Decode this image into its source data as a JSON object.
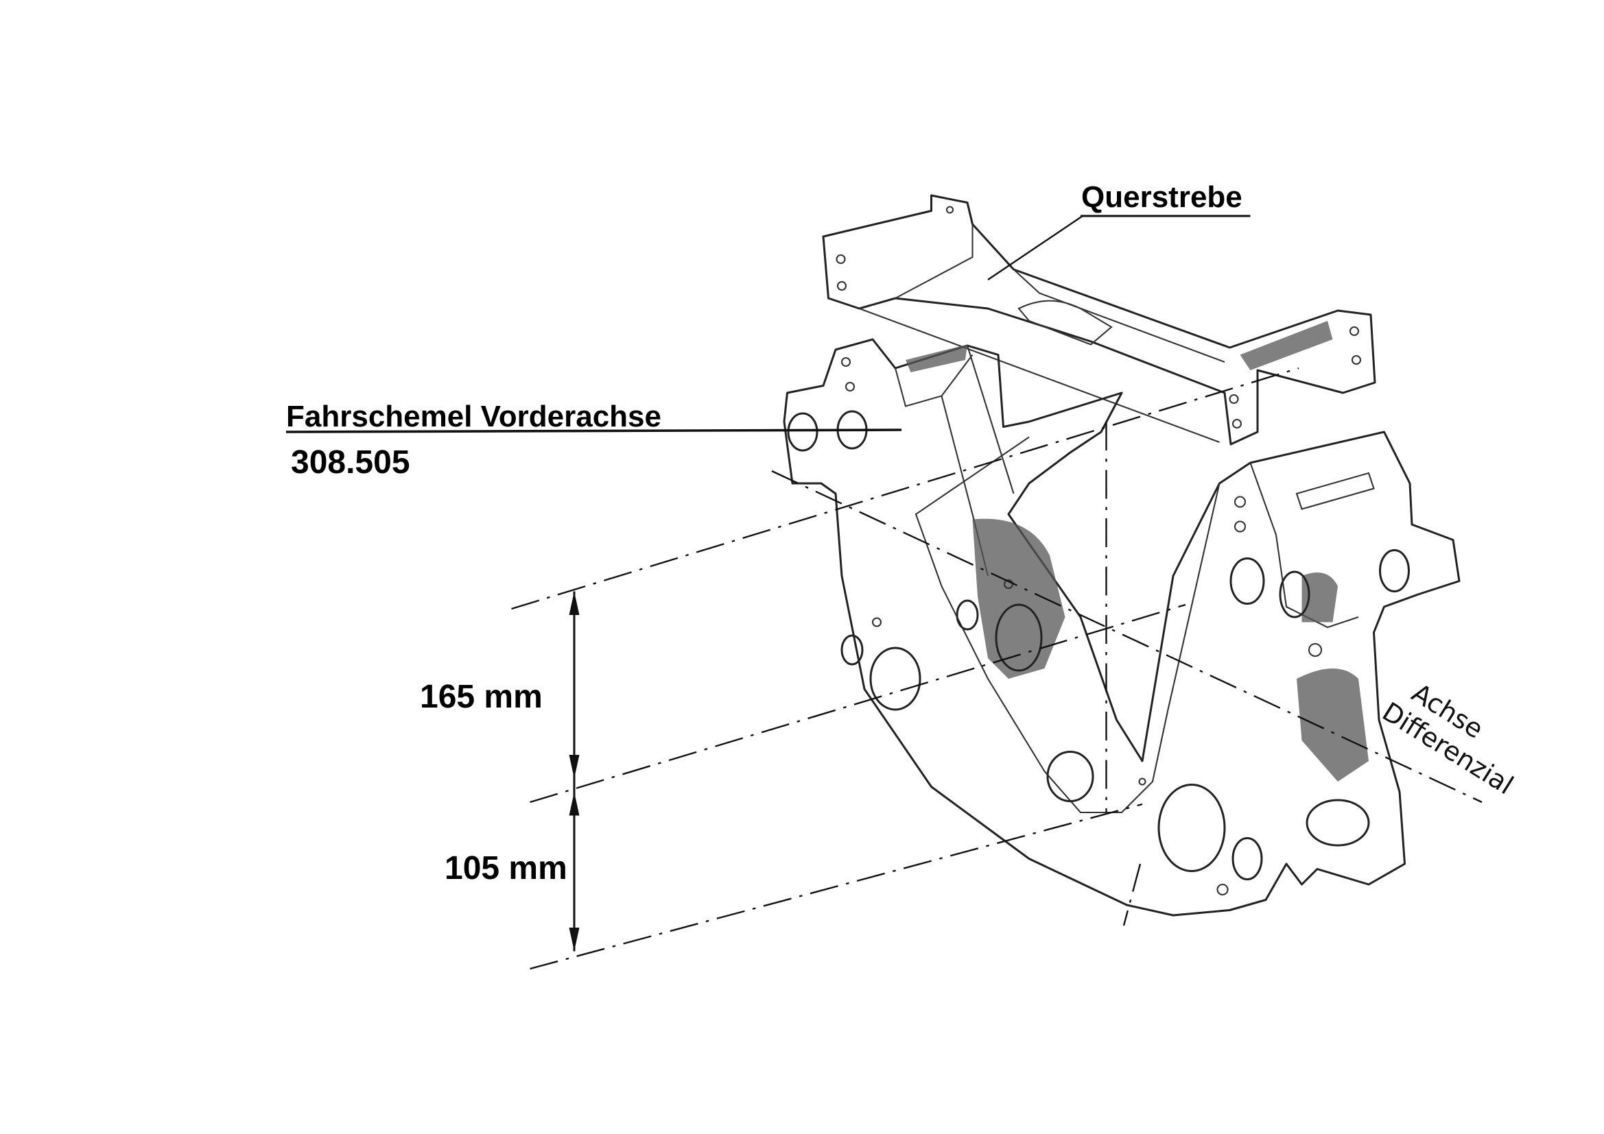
{
  "labels": {
    "crossbar": "Querstrebe",
    "subframe_title": "Fahrschemel Vorderachse",
    "subframe_number": "308.505",
    "axis_line1": "Achse",
    "axis_line2": "Differenzial"
  },
  "dimensions": {
    "upper": "165 mm",
    "lower": "105 mm"
  }
}
